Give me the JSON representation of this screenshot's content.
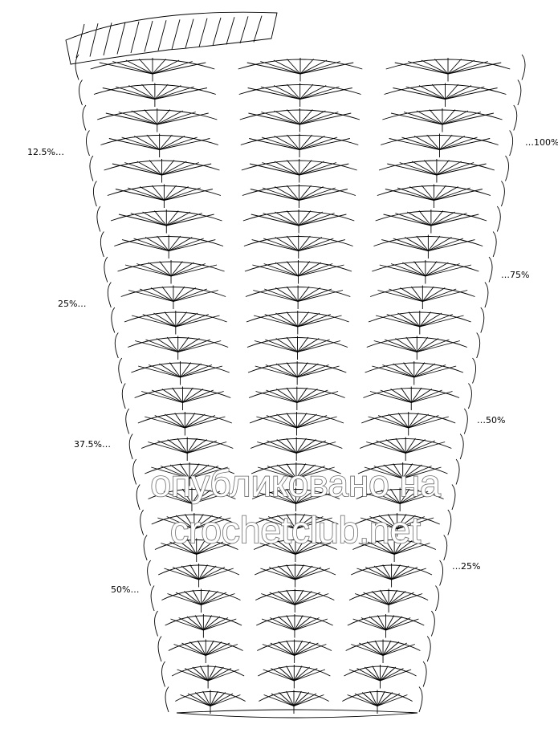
{
  "diagram": {
    "left_labels": [
      "12.5%…",
      "25%…",
      "37.5%…",
      "50%…"
    ],
    "right_labels": [
      "…100%",
      "…75%",
      "…50%",
      "…25%"
    ],
    "watermark_line1": "опубликовано на",
    "watermark_line2": "crochetclub.net",
    "ink_color": "#000000"
  }
}
